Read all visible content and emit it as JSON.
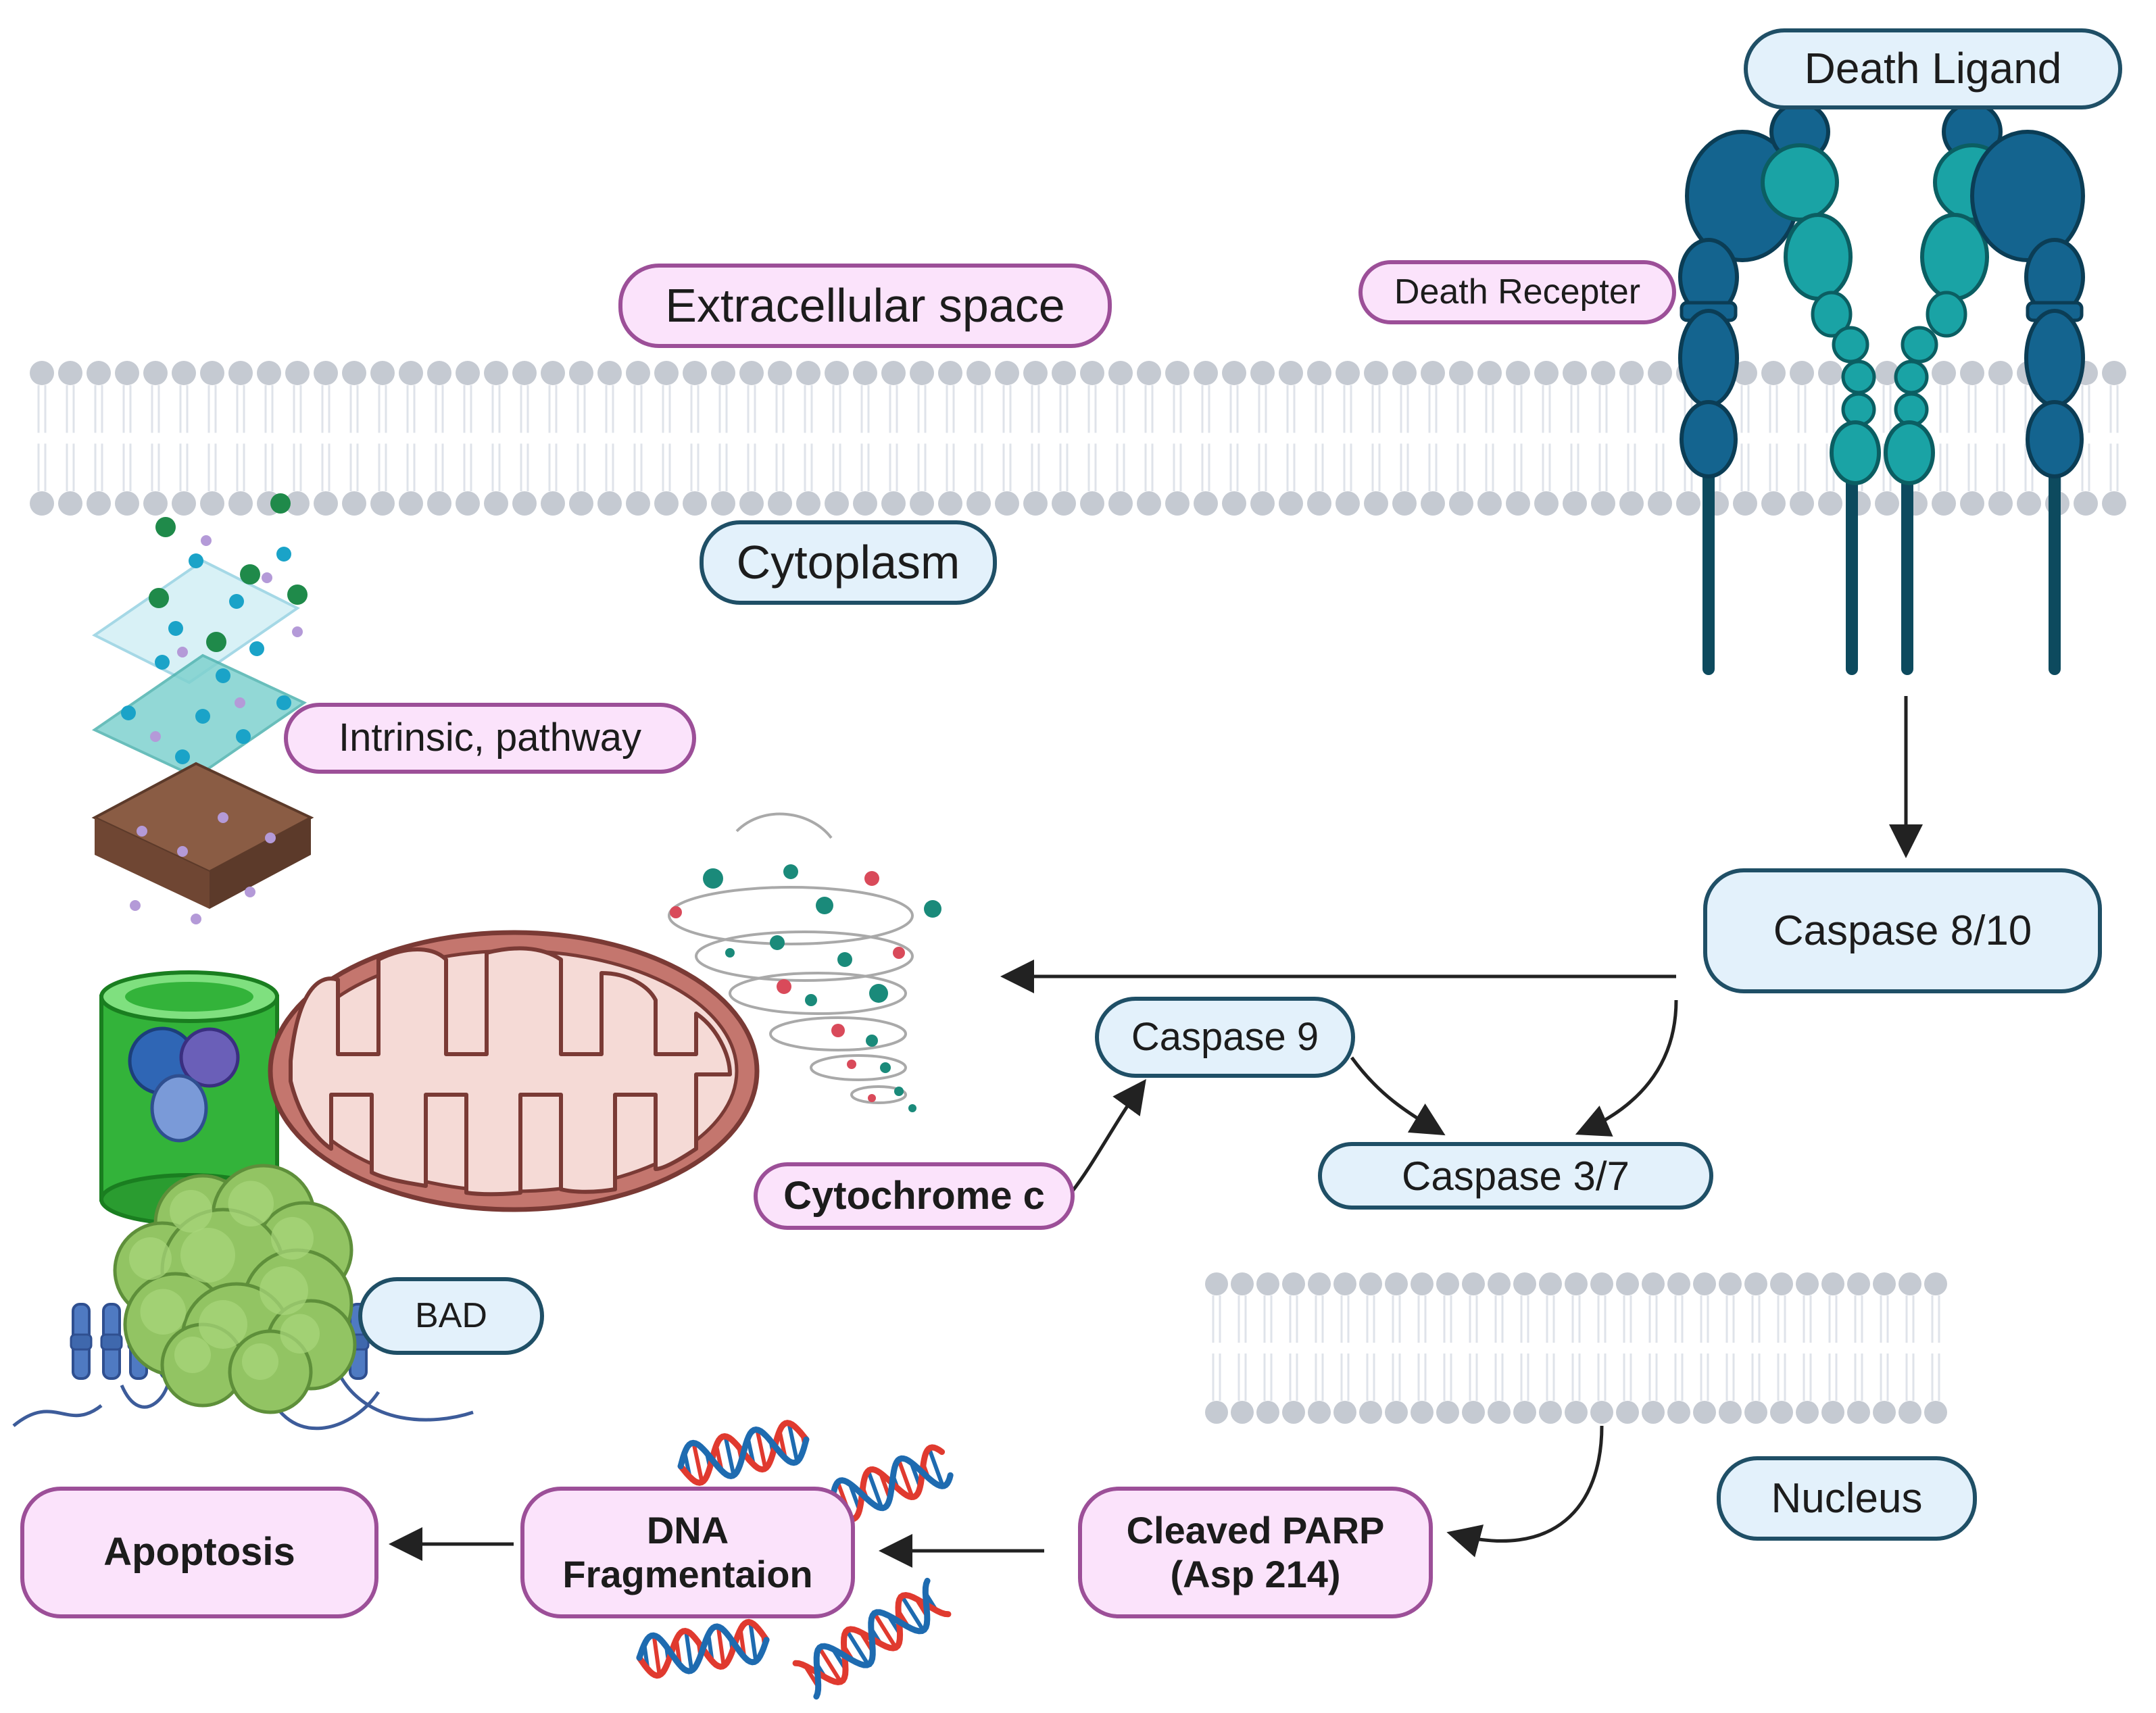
{
  "labels": {
    "death_ligand": "Death Ligand",
    "death_receptor": "Death Recepter",
    "extracellular_space": "Extracellular space",
    "cytoplasm": "Cytoplasm",
    "intrinsic_pathway": "Intrinsic, pathway",
    "caspase_8_10": "Caspase 8/10",
    "caspase_9": "Caspase 9",
    "caspase_3_7": "Caspase 3/7",
    "cytochrome_c": "Cytochrome c",
    "bad": "BAD",
    "nucleus": "Nucleus",
    "cleaved_parp": "Cleaved PARP\n(Asp 214)",
    "dna_fragmentation": "DNA\nFragmentaion",
    "apoptosis": "Apoptosis"
  },
  "colors": {
    "pink_fill": "#fbe3fb",
    "pink_border": "#9c4f98",
    "blue_fill": "#e3f1fb",
    "blue_border": "#1f4f66",
    "membrane_head": "#c5cad2",
    "receptor_dark": "#14648f",
    "receptor_teal": "#1aa3a5",
    "receptor_stalk": "#0d4a5e",
    "mito_outer": "#c4766e",
    "mito_inner": "#f5dad6",
    "channel_green": "#33b33a",
    "protein_green": "#92c463",
    "dna_red": "#e03a2f",
    "dna_blue": "#1e6bb0"
  },
  "icons": [
    "lipid-bilayer-icon",
    "death-receptor-icon",
    "tissue-layers-icon",
    "mitochondrion-icon",
    "channel-icon",
    "protein-complex-icon",
    "transmembrane-protein-icon",
    "cytochrome-swirl-icon",
    "dna-helix-icon"
  ]
}
